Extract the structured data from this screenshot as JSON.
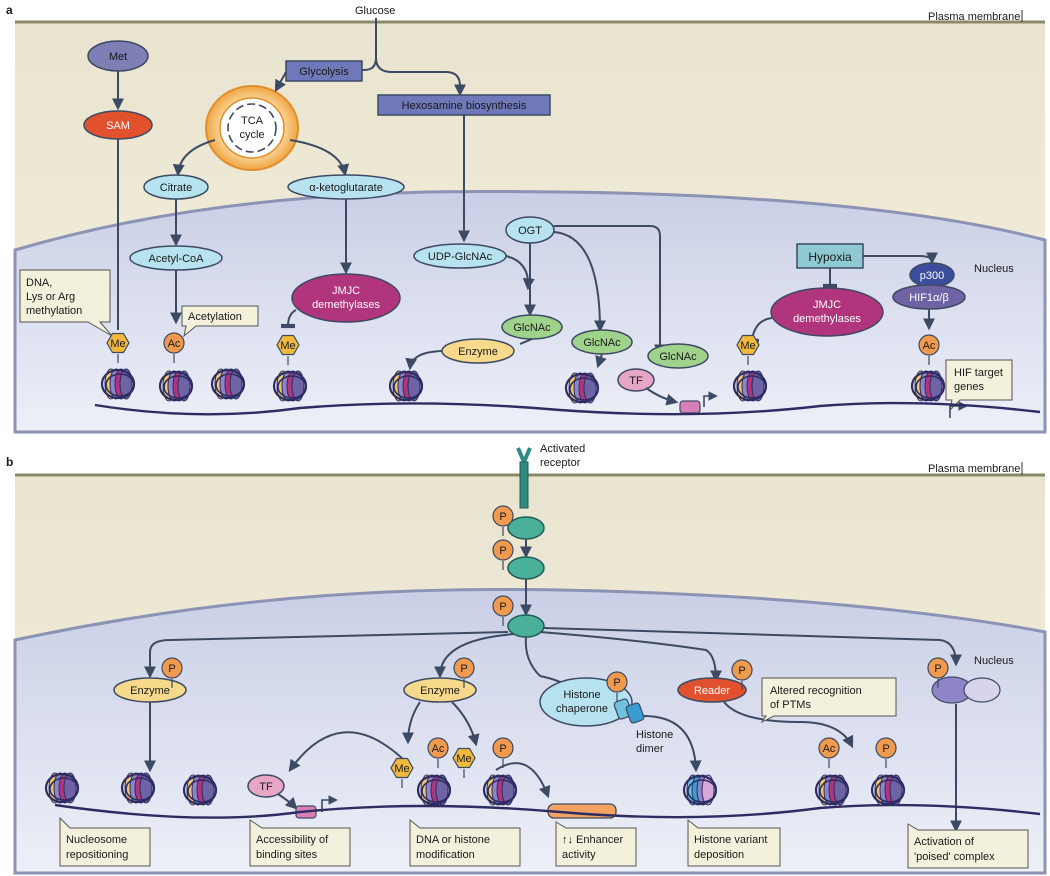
{
  "panel_a": {
    "letter": "a",
    "plasma_membrane": "Plasma membrane",
    "nucleus": "Nucleus",
    "glucose": "Glucose",
    "met": "Met",
    "sam": "SAM",
    "glycolysis": "Glycolysis",
    "hexosamine": "Hexosamine biosynthesis",
    "tca_line1": "TCA",
    "tca_line2": "cycle",
    "citrate": "Citrate",
    "akg": "α-ketoglutarate",
    "acetyl_coa": "Acetyl-CoA",
    "jmjc_line1": "JMJC",
    "jmjc_line2": "demethylases",
    "methylation_line1": "DNA,",
    "methylation_line2": "Lys or Arg",
    "methylation_line3": "methylation",
    "acetylation": "Acetylation",
    "ogt": "OGT",
    "udp_glcnac": "UDP-GlcNAc",
    "glcnac": "GlcNAc",
    "enzyme": "Enzyme",
    "tf": "TF",
    "hypoxia": "Hypoxia",
    "p300": "p300",
    "hif1": "HIF1α/β",
    "hif_target_line1": "HIF target",
    "hif_target_line2": "genes",
    "mark_me": "Me",
    "mark_ac": "Ac"
  },
  "panel_b": {
    "letter": "b",
    "plasma_membrane": "Plasma membrane",
    "nucleus": "Nucleus",
    "receptor_line1": "Activated",
    "receptor_line2": "receptor",
    "enzyme": "Enzyme",
    "chaperone_line1": "Histone",
    "chaperone_line2": "chaperone",
    "dimer_line1": "Histone",
    "dimer_line2": "dimer",
    "reader": "Reader",
    "altered_line1": "Altered recognition",
    "altered_line2": "of PTMs",
    "tf": "TF",
    "mark_p": "P",
    "mark_me": "Me",
    "mark_ac": "Ac",
    "callouts": [
      {
        "line1": "Nucleosome",
        "line2": "repositioning"
      },
      {
        "line1": "Accessibility of",
        "line2": "binding sites"
      },
      {
        "line1": "DNA or histone",
        "line2": "modification"
      },
      {
        "line1": "↑↓ Enhancer",
        "line2": "activity"
      },
      {
        "line1": "Histone variant",
        "line2": "deposition"
      },
      {
        "line1": "Activation of",
        "line2": "'poised' complex"
      }
    ]
  }
}
